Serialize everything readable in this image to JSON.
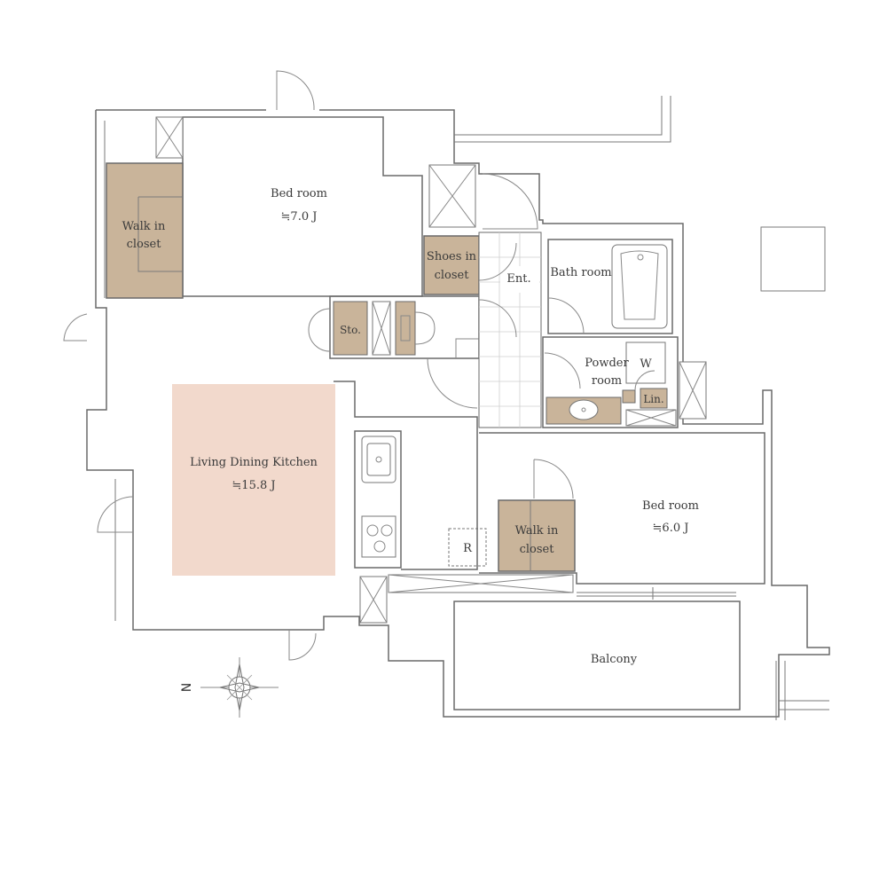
{
  "rooms": {
    "bedroom1": {
      "name": "Bed room",
      "area": "≒7.0 J"
    },
    "wic1": {
      "line1": "Walk in",
      "line2": "closet"
    },
    "shoes": {
      "line1": "Shoes in",
      "line2": "closet"
    },
    "entrance": {
      "name": "Ent."
    },
    "bath": {
      "name": "Bath room"
    },
    "storage": {
      "name": "Sto."
    },
    "powder": {
      "line1": "Powder",
      "line2": "room"
    },
    "washer": {
      "name": "W"
    },
    "linen": {
      "name": "Lin."
    },
    "ldk": {
      "name": "Living Dining Kitchen",
      "area": "≒15.8 J"
    },
    "fridge": {
      "name": "R"
    },
    "wic2": {
      "line1": "Walk in",
      "line2": "closet"
    },
    "bedroom2": {
      "name": "Bed room",
      "area": "≒6.0 J"
    },
    "balcony": {
      "name": "Balcony"
    }
  },
  "compass": {
    "north": "N"
  },
  "colors": {
    "closet": "#c9b49a",
    "ldk": "#f2d9cc",
    "wall": "#6a6a6a",
    "background": "#ffffff"
  }
}
